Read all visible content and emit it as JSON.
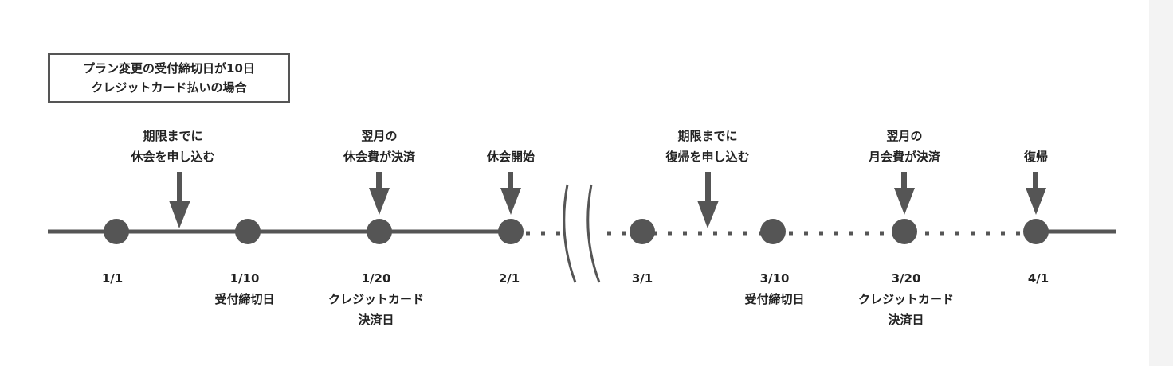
{
  "title": {
    "line1": "プラン変更の受付締切日が10日",
    "line2": "クレジットカード払いの場合"
  },
  "events": {
    "e1": {
      "line1": "期限までに",
      "line2": "休会を申し込む"
    },
    "e2": {
      "line1": "翌月の",
      "line2": "休会費が決済"
    },
    "e3": {
      "line1": "休会開始"
    },
    "e4": {
      "line1": "期限までに",
      "line2": "復帰を申し込む"
    },
    "e5": {
      "line1": "翌月の",
      "line2": "月会費が決済"
    },
    "e6": {
      "line1": "復帰"
    }
  },
  "dates": {
    "d1": {
      "date": "1/1"
    },
    "d2": {
      "date": "1/10",
      "note1": "受付締切日"
    },
    "d3": {
      "date": "1/20",
      "note1": "クレジットカード",
      "note2": "決済日"
    },
    "d4": {
      "date": "2/1"
    },
    "d5": {
      "date": "3/1"
    },
    "d6": {
      "date": "3/10",
      "note1": "受付締切日"
    },
    "d7": {
      "date": "3/20",
      "note1": "クレジットカード",
      "note2": "決済日"
    },
    "d8": {
      "date": "4/1"
    }
  },
  "colors": {
    "line": "#555555",
    "text": "#222222"
  }
}
